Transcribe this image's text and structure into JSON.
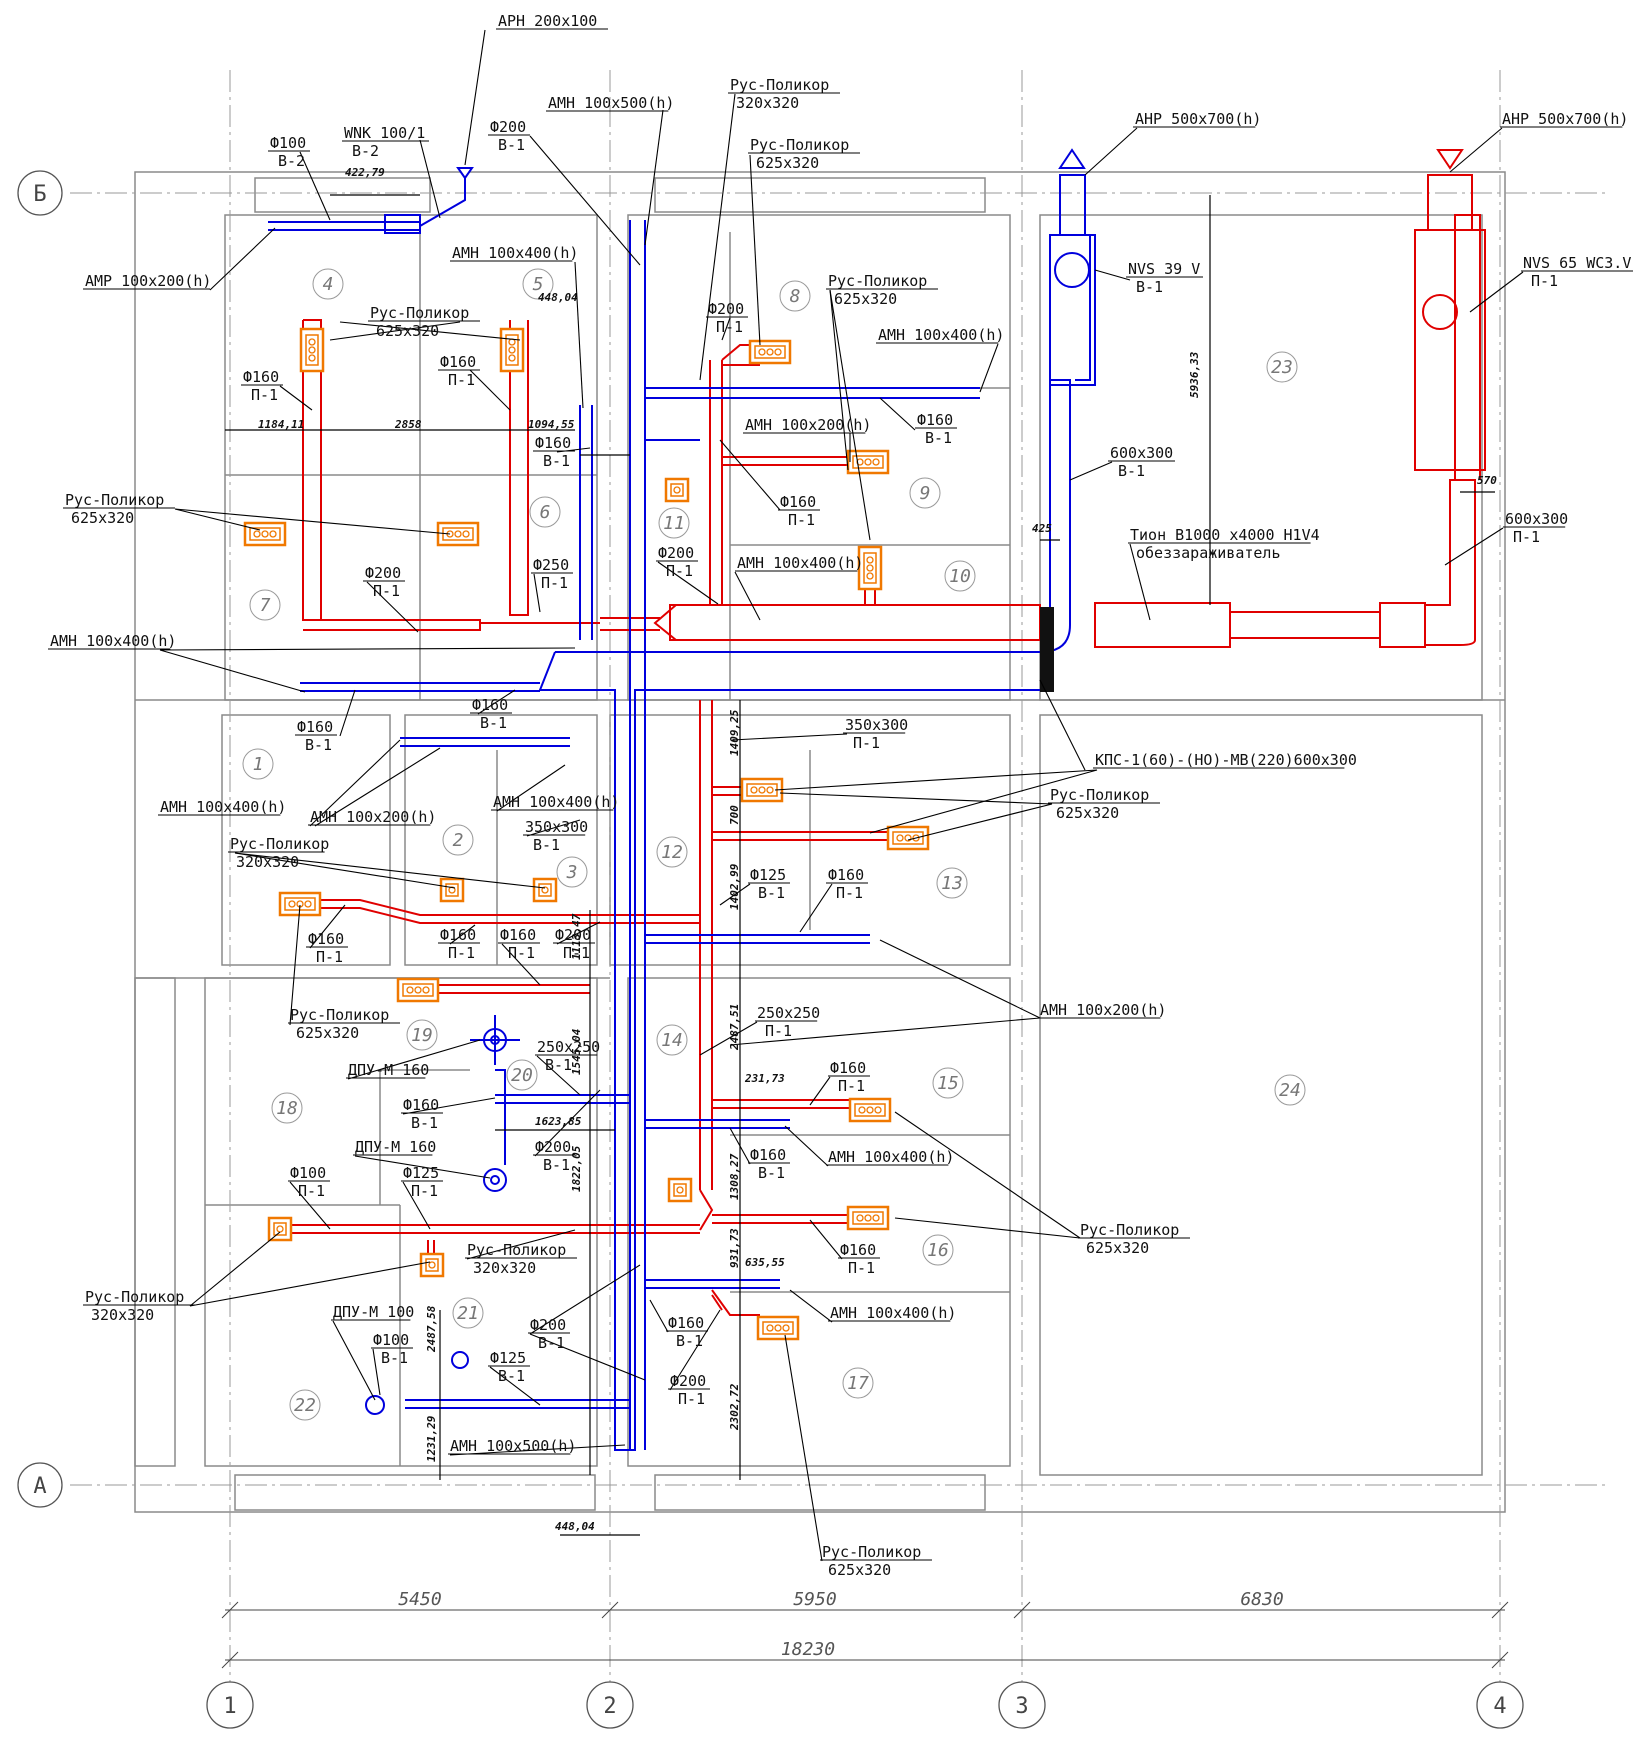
{
  "colors": {
    "supply": "#e00000",
    "exhaust": "#0000dd",
    "grille": "#f07800",
    "wall": "#8a8a8a",
    "leader": "#000000"
  },
  "axes": {
    "rows": [
      "Б",
      "А"
    ],
    "cols": [
      "1",
      "2",
      "3",
      "4"
    ]
  },
  "spans": {
    "s1": "5450",
    "s2": "5950",
    "s3": "6830",
    "total": "18230"
  },
  "rooms": [
    "1",
    "2",
    "3",
    "4",
    "5",
    "6",
    "7",
    "8",
    "9",
    "10",
    "11",
    "12",
    "13",
    "14",
    "15",
    "16",
    "17",
    "18",
    "19",
    "20",
    "21",
    "22",
    "23",
    "24"
  ],
  "labels": [
    {
      "l1": "АРН 200х100"
    },
    {
      "l1": "Ф100",
      "l2": "В-2"
    },
    {
      "l1": "WNK 100/1",
      "l2": "В-2"
    },
    {
      "l1": "Ф200",
      "l2": "В-1"
    },
    {
      "l1": "АМН 100х500(h)"
    },
    {
      "l1": "Рус-Поликор",
      "l2": "320х320"
    },
    {
      "l1": "Рус-Поликор",
      "l2": "625х320"
    },
    {
      "l1": "АНР 500х700(h)"
    },
    {
      "l1": "АНР 500х700(h)"
    },
    {
      "l1": "АМР 100х200(h)"
    },
    {
      "l1": "АМН 100х400(h)"
    },
    {
      "l1": "Рус-Поликор",
      "l2": "625х320"
    },
    {
      "l1": "Ф160",
      "l2": "П-1"
    },
    {
      "l1": "Ф160",
      "l2": "П-1"
    },
    {
      "l1": "Ф200",
      "l2": "П-1"
    },
    {
      "l1": "Рус-Поликор",
      "l2": "625х320"
    },
    {
      "l1": "АМН 100х400(h)"
    },
    {
      "l1": "NVS 39 V",
      "l2": "В-1"
    },
    {
      "l1": "NVS 65 WC3.V",
      "l2": "П-1"
    },
    {
      "l1": "Ф160",
      "l2": "В-1"
    },
    {
      "l1": "АМН 100х200(h)"
    },
    {
      "l1": "Ф160",
      "l2": "В-1"
    },
    {
      "l1": "600х300",
      "l2": "В-1"
    },
    {
      "l1": "Рус-Поликор",
      "l2": "625х320"
    },
    {
      "l1": "Ф160",
      "l2": "П-1"
    },
    {
      "l1": "Ф250",
      "l2": "П-1"
    },
    {
      "l1": "Ф200",
      "l2": "П-1"
    },
    {
      "l1": "Ф200",
      "l2": "П-1"
    },
    {
      "l1": "АМН 100х400(h)"
    },
    {
      "l1": "Тион В1000 х4000 Н1V4",
      "l2": "обеззараживатель"
    },
    {
      "l1": "600х300",
      "l2": "П-1"
    },
    {
      "l1": "АМН 100х400(h)"
    },
    {
      "l1": "Ф160",
      "l2": "В-1"
    },
    {
      "l1": "Ф160",
      "l2": "В-1"
    },
    {
      "l1": "350х300",
      "l2": "П-1"
    },
    {
      "l1": "КПС-1(60)-(НО)-МВ(220)600х300"
    },
    {
      "l1": "АМН 100х400(h)"
    },
    {
      "l1": "АМН 100х200(h)"
    },
    {
      "l1": "АМН 100х400(h)"
    },
    {
      "l1": "350х300",
      "l2": "В-1"
    },
    {
      "l1": "Рус-Поликор",
      "l2": "625х320"
    },
    {
      "l1": "Рус-Поликор",
      "l2": "320х320"
    },
    {
      "l1": "Ф160",
      "l2": "П-1"
    },
    {
      "l1": "Ф125",
      "l2": "В-1"
    },
    {
      "l1": "Ф160",
      "l2": "П-1"
    },
    {
      "l1": "Ф160",
      "l2": "П-1"
    },
    {
      "l1": "Ф200",
      "l2": "П-1"
    },
    {
      "l1": "Ф160",
      "l2": "П-1"
    },
    {
      "l1": "АМН 100х200(h)"
    },
    {
      "l1": "Рус-Поликор",
      "l2": "625х320"
    },
    {
      "l1": "250х250",
      "l2": "П-1"
    },
    {
      "l1": "ДПУ-М 160"
    },
    {
      "l1": "250х250",
      "l2": "В-1"
    },
    {
      "l1": "Ф160",
      "l2": "П-1"
    },
    {
      "l1": "Ф160",
      "l2": "В-1"
    },
    {
      "l1": "Ф200",
      "l2": "В-1"
    },
    {
      "l1": "ДПУ-М 160"
    },
    {
      "l1": "Ф160",
      "l2": "В-1"
    },
    {
      "l1": "АМН 100х400(h)"
    },
    {
      "l1": "Ф100",
      "l2": "П-1"
    },
    {
      "l1": "Ф125",
      "l2": "П-1"
    },
    {
      "l1": "Рус-Поликор",
      "l2": "320х320"
    },
    {
      "l1": "Рус-Поликор",
      "l2": "625х320"
    },
    {
      "l1": "Ф160",
      "l2": "П-1"
    },
    {
      "l1": "Рус-Поликор",
      "l2": "320х320"
    },
    {
      "l1": "ДПУ-М 100"
    },
    {
      "l1": "Ф100",
      "l2": "В-1"
    },
    {
      "l1": "Ф200",
      "l2": "В-1"
    },
    {
      "l1": "Ф125",
      "l2": "В-1"
    },
    {
      "l1": "Ф160",
      "l2": "В-1"
    },
    {
      "l1": "АМН 100х400(h)"
    },
    {
      "l1": "Ф200",
      "l2": "П-1"
    },
    {
      "l1": "АМН 100х500(h)"
    },
    {
      "l1": "Рус-Поликор",
      "l2": "625х320"
    }
  ],
  "dims": [
    "422,79",
    "448,04",
    "1184,11",
    "2858",
    "1094,55",
    "5936,33",
    "570",
    "425",
    "1409,25",
    "700",
    "1402,99",
    "1113,47",
    "2487,51",
    "231,73",
    "1623,85",
    "1545,04",
    "1822,05",
    "1308,27",
    "931,73",
    "635,55",
    "2487,58",
    "1231,29",
    "2302,72",
    "448,04"
  ]
}
